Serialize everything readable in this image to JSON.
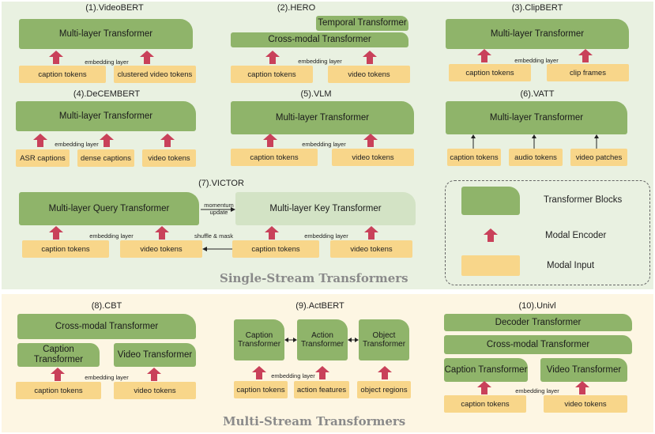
{
  "models": {
    "videobert": {
      "title": "(1).VideoBERT",
      "block": "Multi-layer Transformer",
      "embedding": "embedding layer",
      "tokens": [
        "caption tokens",
        "clustered video tokens"
      ]
    },
    "hero": {
      "title": "(2).HERO",
      "temporal": "Temporal Transformer",
      "block": "Cross-modal Transformer",
      "embedding": "embedding layer",
      "tokens": [
        "caption tokens",
        "video tokens"
      ]
    },
    "clipbert": {
      "title": "(3).ClipBERT",
      "block": "Multi-layer Transformer",
      "embedding": "embedding layer",
      "tokens": [
        "caption tokens",
        "clip frames"
      ]
    },
    "decembert": {
      "title": "(4).DeCEMBERT",
      "block": "Multi-layer Transformer",
      "embedding": "embedding layer",
      "tokens": [
        "ASR captions",
        "dense captions",
        "video tokens"
      ]
    },
    "vlm": {
      "title": "(5).VLM",
      "block": "Multi-layer Transformer",
      "embedding": "embedding layer",
      "tokens": [
        "caption tokens",
        "video tokens"
      ]
    },
    "vatt": {
      "title": "(6).VATT",
      "block": "Multi-layer Transformer",
      "tokens": [
        "caption tokens",
        "audio tokens",
        "video patches"
      ]
    },
    "victor": {
      "title": "(7).VICTOR",
      "query": "Multi-layer Query Transformer",
      "key": "Multi-layer Key Transformer",
      "momentum": "momentum",
      "update": "update",
      "shuffle": "shuffle & mask",
      "embedding": "embedding layer",
      "tokens": [
        "caption tokens",
        "video tokens",
        "caption tokens",
        "video tokens"
      ]
    },
    "cbt": {
      "title": "(8).CBT",
      "block": "Cross-modal  Transformer",
      "caption_tf": "Caption Transformer",
      "video_tf": "Video Transformer",
      "embedding": "embedding layer",
      "tokens": [
        "caption tokens",
        "video tokens"
      ]
    },
    "actbert": {
      "title": "(9).ActBERT",
      "caption_tf": "Caption Transformer",
      "action_tf": "Action Transformer",
      "object_tf": "Object Transformer",
      "embedding": "embedding layer",
      "tokens": [
        "caption tokens",
        "action features",
        "object regions"
      ]
    },
    "univl": {
      "title": "(10).Univl",
      "decoder": "Decoder  Transformer",
      "block": "Cross-modal  Transformer",
      "caption_tf": "Caption Transformer",
      "video_tf": "Video Transformer",
      "embedding": "embedding layer",
      "tokens": [
        "caption tokens",
        "video tokens"
      ]
    }
  },
  "legend": {
    "blocks": "Transformer Blocks",
    "encoder": "Modal Encoder",
    "input": "Modal Input"
  },
  "headings": {
    "single": "Single-Stream Transformers",
    "multi": "Multi-Stream Transformers"
  },
  "colors": {
    "block": "#8fb46a",
    "light_block": "#d3e3c5",
    "token": "#f8d68a",
    "arrow": "#c9415a",
    "single_bg": "#e9f1e1",
    "multi_bg": "#fdf6e3"
  }
}
